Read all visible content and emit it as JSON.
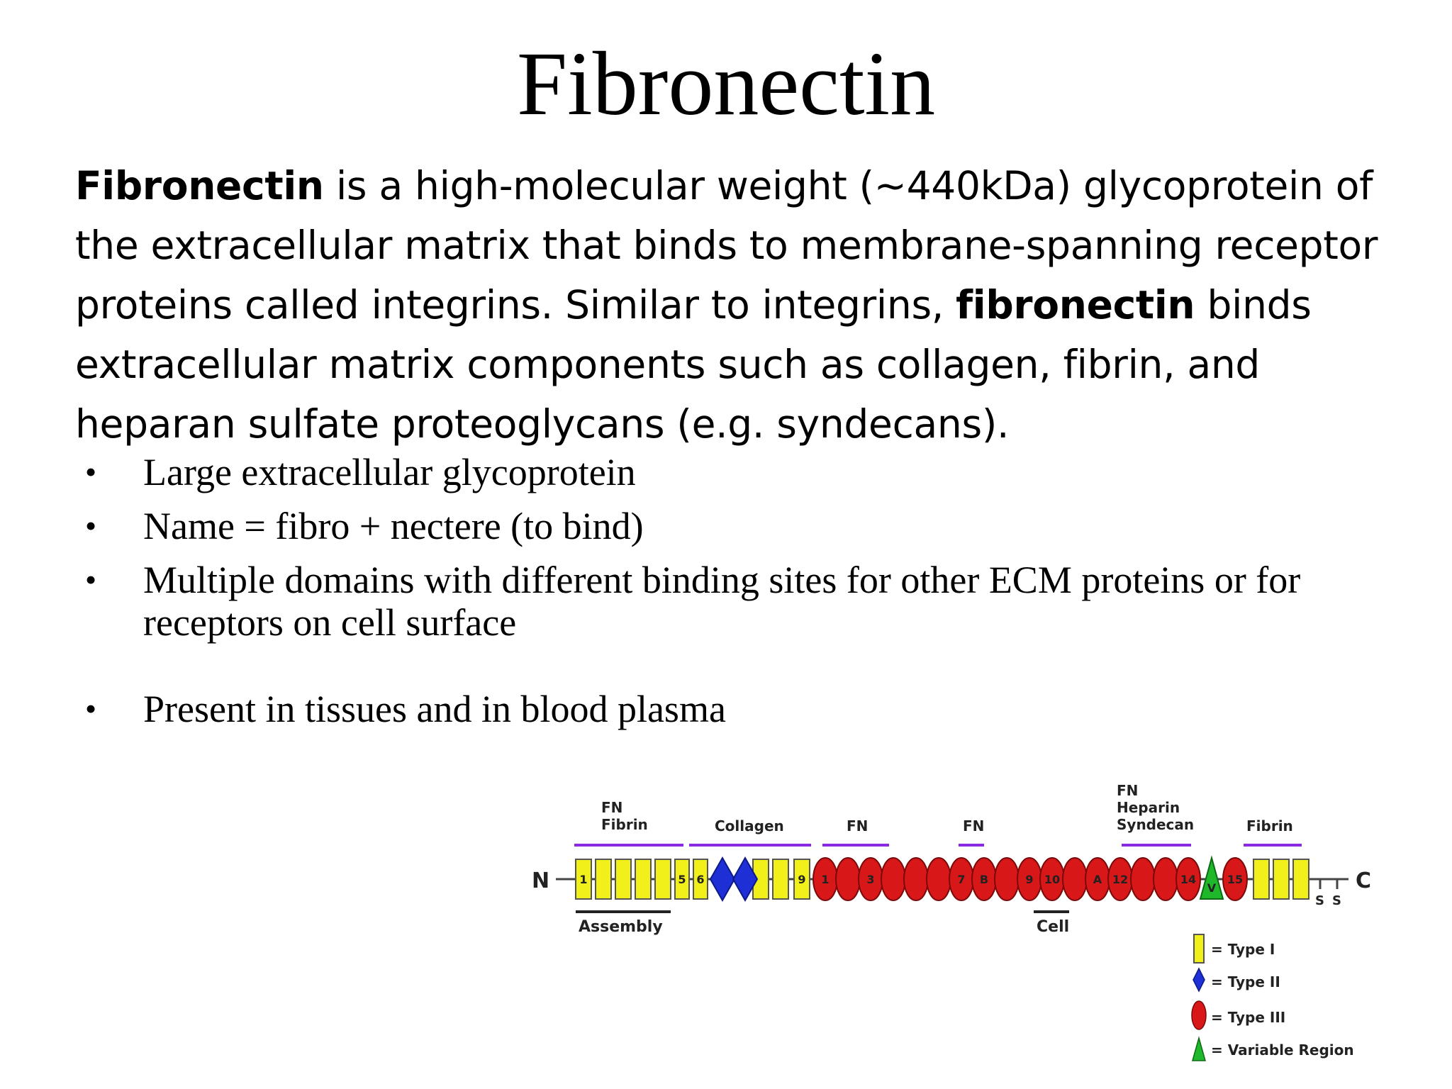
{
  "title": "Fibronectin",
  "intro": {
    "bold1": "Fibronectin",
    "part1": " is a high-molecular weight (~440kDa) glycoprotein of the extracellular matrix that binds to membrane-spanning receptor proteins called integrins. Similar to integrins, ",
    "bold2": "fibronectin",
    "part2": " binds extracellular matrix components such as collagen, fibrin, and heparan sulfate proteoglycans (e.g. syndecans)."
  },
  "bullets": [
    "Large extracellular glycoprotein",
    "Name = fibro + nectere (to bind)",
    "Multiple domains with different binding sites for other ECM proteins or for receptors on cell surface",
    "Present in tissues and in blood plasma"
  ],
  "bullet_glyph": "•",
  "diagram": {
    "n_label": "N",
    "c_label": "C",
    "top_labels": {
      "fn_fibrin_1": "FN",
      "fn_fibrin_2": "Fibrin",
      "collagen": "Collagen",
      "fn_a": "FN",
      "fn_b": "FN",
      "hep_1": "FN",
      "hep_2": "Heparin",
      "hep_3": "Syndecan",
      "fibrin": "Fibrin"
    },
    "bottom_labels": {
      "assembly": "Assembly",
      "cell": "Cell"
    },
    "module_numbers": {
      "t1_first": "1",
      "t1_fifth": "5",
      "t1_sixth": "6",
      "t1_ninth": "9",
      "t3_first": "1",
      "t3_third": "3",
      "t3_seventh": "7",
      "t3_b": "B",
      "t3_ninth": "9",
      "t3_tenth": "10",
      "t3_a": "A",
      "t3_twelfth": "12",
      "t3_fourteenth": "14",
      "v": "V",
      "t3_fifteenth": "15"
    },
    "ss_labels": [
      "S",
      "S"
    ],
    "legend": [
      {
        "label": "= Type I",
        "color": "#f2f01a"
      },
      {
        "label": "= Type II",
        "color": "#1f2fd6"
      },
      {
        "label": "= Type III",
        "color": "#d81818"
      },
      {
        "label": "= Variable Region",
        "color": "#1fb82a"
      }
    ],
    "colors": {
      "type1": "#f2f01a",
      "type2": "#1f2fd6",
      "type3": "#d81818",
      "variable": "#1fb82a",
      "bracket_top": "#8a2be2",
      "bracket_bottom": "#222222"
    }
  }
}
